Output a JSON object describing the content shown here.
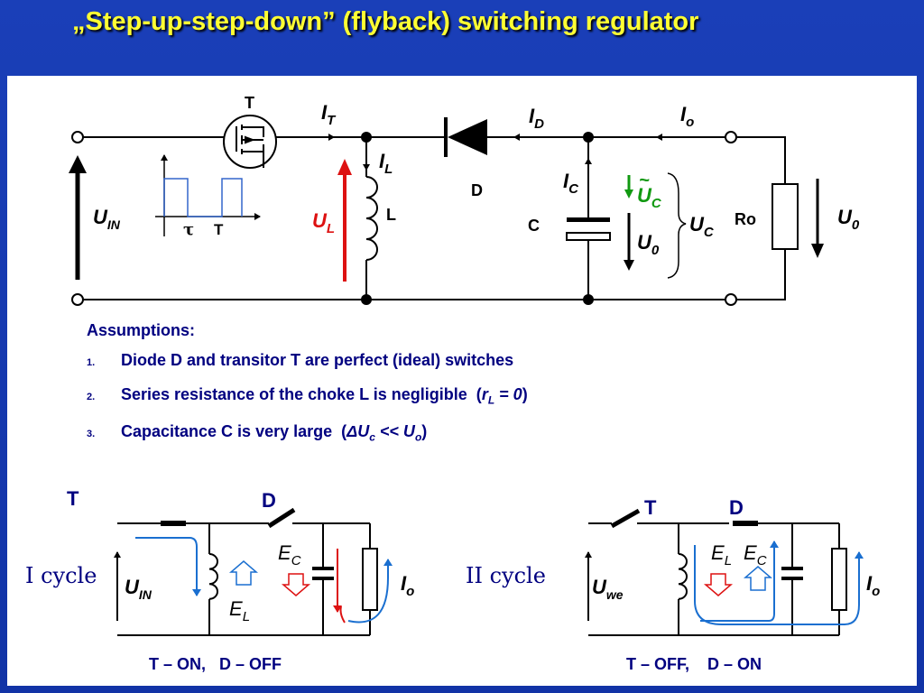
{
  "title": "„Step-up-step-down” (flyback) switching regulator",
  "main_circuit": {
    "transistor_label": "T",
    "diode_label": "D",
    "inductor_label": "L",
    "capacitor_label": "C",
    "resistor_label": "Ro",
    "tau_label": "τ",
    "period_label": "T",
    "I_T": {
      "main": "I",
      "sub": "T"
    },
    "I_D": {
      "main": "I",
      "sub": "D"
    },
    "I_o": {
      "main": "I",
      "sub": "o"
    },
    "I_L": {
      "main": "I",
      "sub": "L"
    },
    "I_C": {
      "main": "I",
      "sub": "C"
    },
    "U_IN": {
      "main": "U",
      "sub": "IN"
    },
    "U_L": {
      "main": "U",
      "sub": "L"
    },
    "U_C_ripple": {
      "main": "U",
      "sub": "C",
      "accent": "~"
    },
    "U_C": {
      "main": "U",
      "sub": "C"
    },
    "U_0_left": {
      "main": "U",
      "sub": "0"
    },
    "U_0_right": {
      "main": "U",
      "sub": "0"
    }
  },
  "assumptions": {
    "header": "Assumptions:",
    "items": [
      {
        "num": "1.",
        "text": "Diode D and transitor T are perfect (ideal) switches"
      },
      {
        "num": "2.",
        "text": "Series resistance of the choke L is negligible  (",
        "math": "r",
        "math_sub": "L",
        "math_rest": " = 0",
        "tail": ")"
      },
      {
        "num": "3.",
        "text": "Capacitance C is very large  (",
        "math": "ΔU",
        "math_sub": "c",
        "math_rest": " << U",
        "math_sub2": "o",
        "tail": ")"
      }
    ]
  },
  "cycle1": {
    "label": "I cycle",
    "T": "T",
    "D": "D",
    "U_IN": {
      "main": "U",
      "sub": "IN"
    },
    "E_C": {
      "main": "E",
      "sub": "C"
    },
    "E_L": {
      "main": "E",
      "sub": "L"
    },
    "I_o": {
      "main": "I",
      "sub": "o"
    },
    "state": "T – ON,   D – OFF"
  },
  "cycle2": {
    "label": "II cycle",
    "T": "T",
    "D": "D",
    "U_we": {
      "main": "U",
      "sub": "we"
    },
    "E_L": {
      "main": "E",
      "sub": "L"
    },
    "E_C": {
      "main": "E",
      "sub": "C"
    },
    "I_o": {
      "main": "I",
      "sub": "o"
    },
    "state": "T – OFF,    D – ON"
  },
  "colors": {
    "title": "#ffff33",
    "background": "#1a3fb8",
    "text": "#000080",
    "red": "#dd1111",
    "blue": "#1a6fd0",
    "green": "#119911"
  }
}
